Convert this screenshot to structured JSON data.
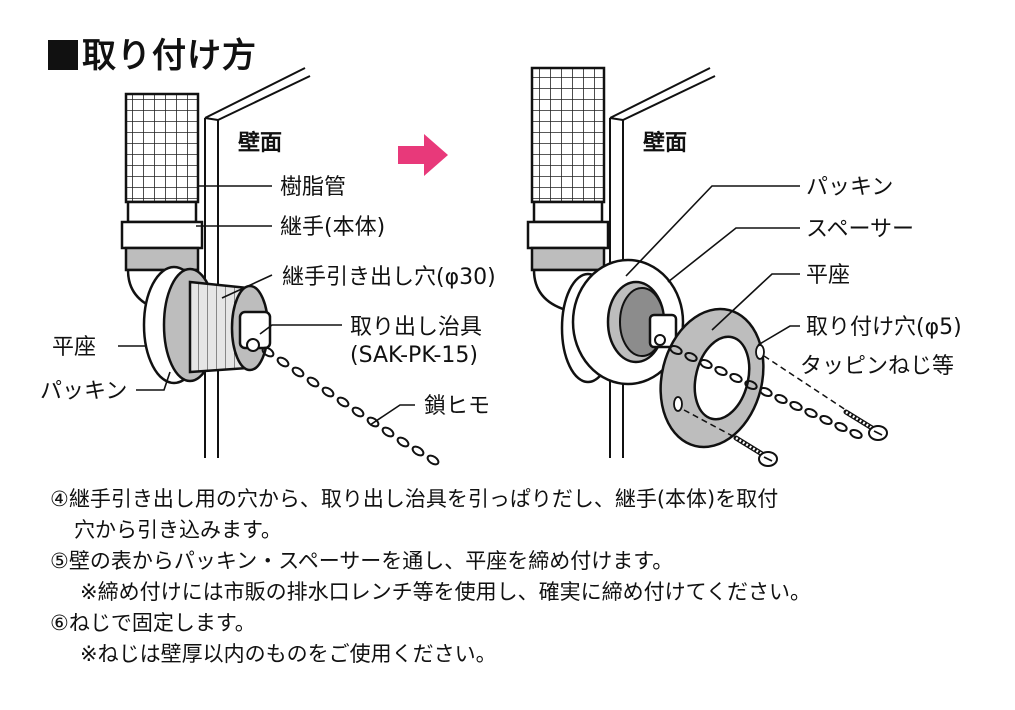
{
  "title": "取り付け方",
  "left_diagram": {
    "wall": "壁面",
    "resin_pipe": "樹脂管",
    "joint_body": "継手(本体)",
    "pullout_hole": "継手引き出し穴(φ30)",
    "tool_line1": "取り出し治具",
    "tool_line2": "(SAK-PK-15)",
    "chain": "鎖ヒモ",
    "flat_seat": "平座",
    "packing": "パッキン"
  },
  "right_diagram": {
    "wall": "壁面",
    "packing": "パッキン",
    "spacer": "スペーサー",
    "flat_seat": "平座",
    "mount_hole": "取り付け穴(φ5)",
    "screws": "タッピンねじ等"
  },
  "colors": {
    "arrow": "#e8397a",
    "gray": "#bdbdbd",
    "dark_gray": "#8c8c8c"
  },
  "steps": [
    {
      "line1": "④継手引き出し用の穴から、取り出し治具を引っぱりだし、継手(本体)を取付",
      "line2": "穴から引き込みます。"
    },
    {
      "line1": "⑤壁の表からパッキン・スペーサーを通し、平座を締め付けます。",
      "line2": "※締め付けには市販の排水口レンチ等を使用し、確実に締め付けてください。"
    },
    {
      "line1": "⑥ねじで固定します。",
      "line2": "※ねじは壁厚以内のものをご使用ください。"
    }
  ]
}
